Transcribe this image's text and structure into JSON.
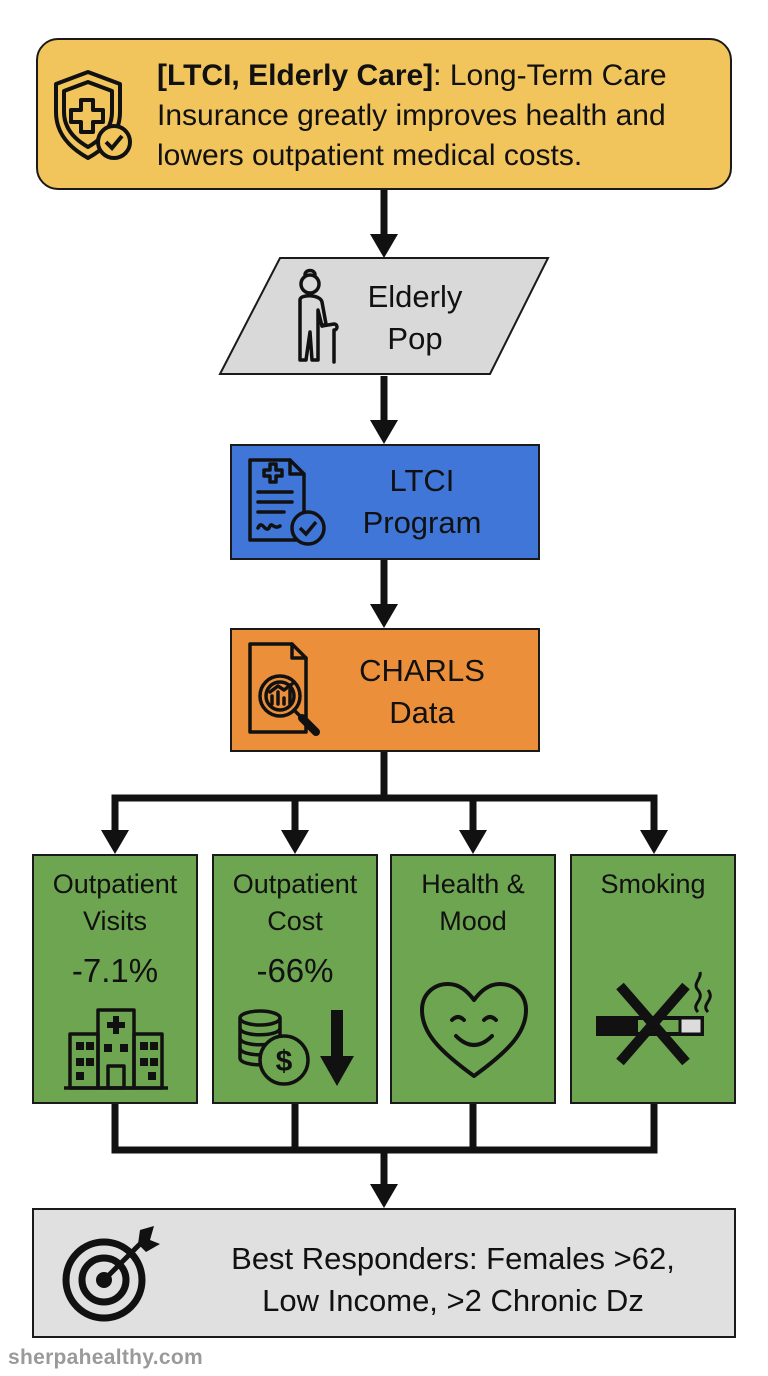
{
  "banner": {
    "tag": "[LTCI, Elderly Care]",
    "text": ": Long-Term Care Insurance greatly improves health and lowers outpatient medical costs.",
    "icon": "shield-plus-check-icon"
  },
  "nodes": {
    "population": {
      "line1": "Elderly",
      "line2": "Pop",
      "icon": "elderly-person-cane-icon"
    },
    "program": {
      "line1": "LTCI",
      "line2": "Program",
      "icon": "medical-document-check-icon"
    },
    "data": {
      "line1": "CHARLS",
      "line2": "Data",
      "icon": "document-magnifier-chart-icon"
    }
  },
  "outcomes": [
    {
      "line1": "Outpatient",
      "line2": "Visits",
      "value": "-7.1%",
      "icon": "hospital-building-icon"
    },
    {
      "line1": "Outpatient",
      "line2": "Cost",
      "value": "-66%",
      "icon": "coins-dollar-down-arrow-icon"
    },
    {
      "line1": "Health &",
      "line2": "Mood",
      "value": "",
      "icon": "smiling-heart-icon"
    },
    {
      "line1": "Smoking",
      "line2": "",
      "value": "",
      "icon": "no-smoking-icon"
    }
  ],
  "result": {
    "line1": "Best Responders: Females >62,",
    "line2": "Low Income, >2 Chronic Dz",
    "icon": "target-arrow-icon"
  },
  "watermark": "sherpahealthy.com",
  "colors": {
    "banner": "#f2c55c",
    "population": "#d9d9d9",
    "program": "#3f76d8",
    "data": "#ec8f3a",
    "outcomes": "#6ea550",
    "result": "#e0e0e0"
  }
}
